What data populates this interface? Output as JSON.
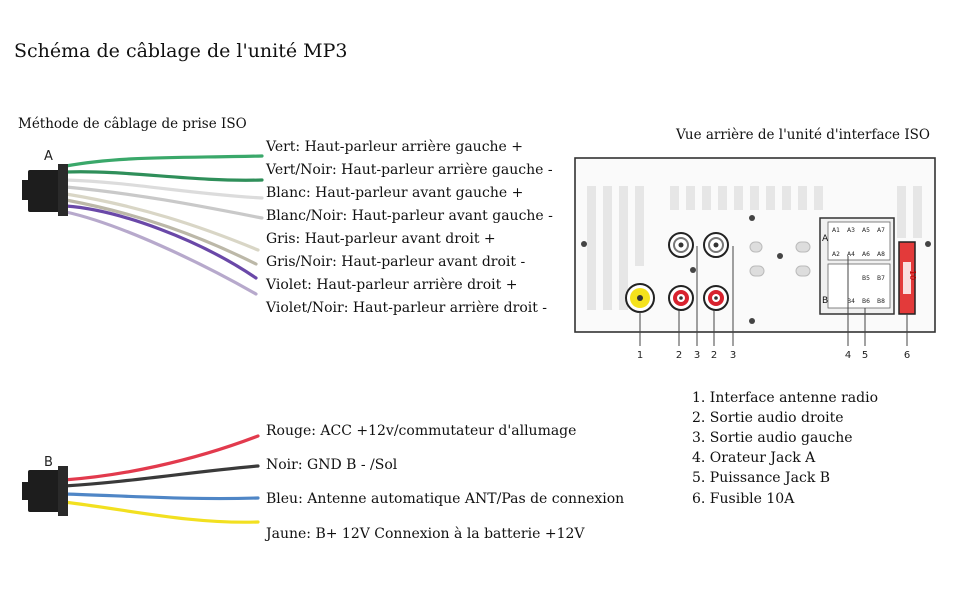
{
  "title": "Schéma de câblage de l'unité MP3",
  "iso_method_title": "Méthode de câblage de prise ISO",
  "rear_view_title": "Vue arrière de l'unité d'interface ISO",
  "connector_a": {
    "letter": "A",
    "wires": [
      {
        "label": "Vert: Haut-parleur arrière gauche +",
        "color": "#3aa86a"
      },
      {
        "label": "Vert/Noir: Haut-parleur arrière gauche -",
        "color": "#2f8f5a"
      },
      {
        "label": "Blanc: Haut-parleur avant gauche +",
        "color": "#d8d8d8"
      },
      {
        "label": "Blanc/Noir: Haut-parleur avant gauche -",
        "color": "#c8c8c8"
      },
      {
        "label": "Gris: Haut-parleur avant droit +",
        "color": "#d9d6c6"
      },
      {
        "label": "Gris/Noir: Haut-parleur avant droit -",
        "color": "#bcb8a8"
      },
      {
        "label": "Violet: Haut-parleur arrière droit +",
        "color": "#6a48a8"
      },
      {
        "label": "Violet/Noir: Haut-parleur arrière droit -",
        "color": "#b7a9cc"
      }
    ]
  },
  "connector_b": {
    "letter": "B",
    "wires": [
      {
        "label": "Rouge: ACC  +12v/commutateur d'allumage",
        "color": "#e23a4d"
      },
      {
        "label": "Noir: GND B - /Sol",
        "color": "#3a3a3a"
      },
      {
        "label": "Bleu: Antenne automatique ANT/Pas de connexion",
        "color": "#4f86c6"
      },
      {
        "label": "Jaune: B+ 12V Connexion à la batterie +12V",
        "color": "#f2e020"
      }
    ]
  },
  "rear_panel": {
    "port_numbers": [
      "1",
      "2",
      "3",
      "2",
      "3",
      "4",
      "5",
      "6"
    ],
    "iso_block": {
      "row_a_letter": "A",
      "row_b_letter": "B",
      "top_pins": [
        "A1",
        "A3",
        "A5",
        "A7"
      ],
      "mid_pins": [
        "A2",
        "A4",
        "A6",
        "A8"
      ],
      "b_pins_upper": [
        "B5",
        "B7"
      ],
      "b_pins_lower": [
        "B4",
        "B6",
        "B8"
      ]
    },
    "fuse_label": "10"
  },
  "legend": [
    "1. Interface antenne radio",
    "2. Sortie audio droite",
    "3. Sortie audio gauche",
    "4. Orateur Jack A",
    "5. Puissance Jack B",
    "6. Fusible 10A"
  ]
}
